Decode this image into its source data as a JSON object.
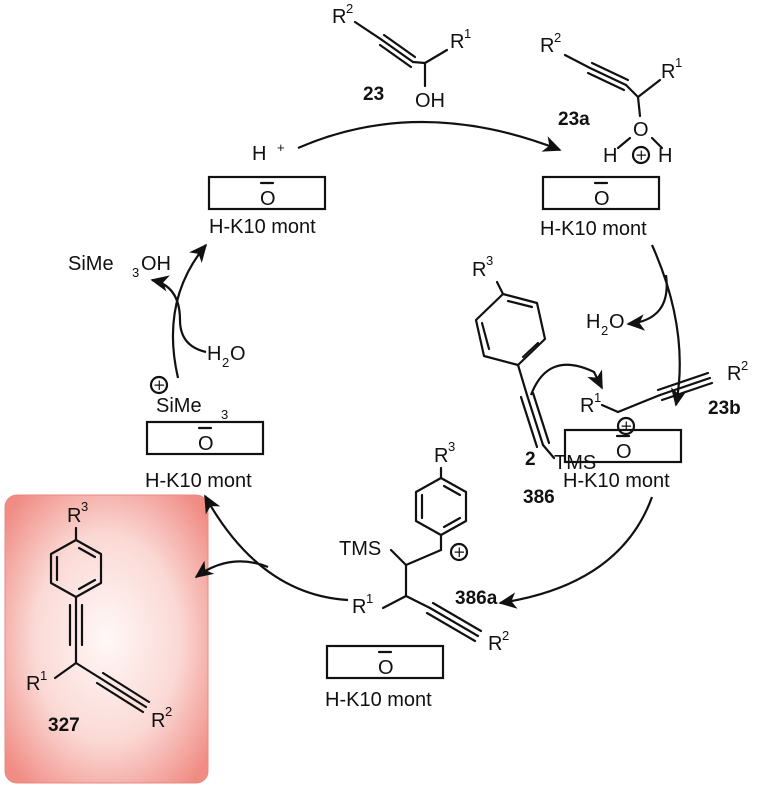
{
  "catalyst_label": "H-K10 mont",
  "oxygen_anion": "O",
  "compounds": {
    "c23": {
      "number": "23",
      "r1": "R",
      "r1_sup": "1",
      "r2": "R",
      "r2_sup": "2",
      "oh": "OH"
    },
    "c23a": {
      "number": "23a",
      "r1": "R",
      "r1_sup": "1",
      "r2": "R",
      "r2_sup": "2",
      "o": "O",
      "h_left": "H",
      "h_right": "H"
    },
    "c23b": {
      "number": "23b",
      "r1": "R",
      "r1_sup": "1",
      "r2": "R",
      "r2_sup": "2"
    },
    "c2": {
      "number": "2",
      "number2": "386",
      "r3": "R",
      "r3_sup": "3",
      "tms": "TMS"
    },
    "c386a": {
      "number": "386a",
      "r1": "R",
      "r1_sup": "1",
      "r2": "R",
      "r2_sup": "2",
      "r3": "R",
      "r3_sup": "3",
      "tms": "TMS"
    },
    "c327": {
      "number": "327",
      "r1": "R",
      "r1_sup": "1",
      "r2": "R",
      "r2_sup": "2",
      "r3": "R",
      "r3_sup": "3"
    }
  },
  "species": {
    "proton": "H",
    "proton_charge": "+",
    "water_out": {
      "a": "H",
      "sub": "2",
      "b": "O"
    },
    "water_in": {
      "a": "H",
      "sub": "2",
      "b": "O"
    },
    "silanol": {
      "a": "SiMe",
      "sub": "3",
      "b": "OH"
    },
    "silyl": {
      "a": "SiMe",
      "sub": "3"
    }
  },
  "colors": {
    "highlight": "#f28b84",
    "highlight_light": "#fde9e7",
    "ink": "#111111"
  }
}
